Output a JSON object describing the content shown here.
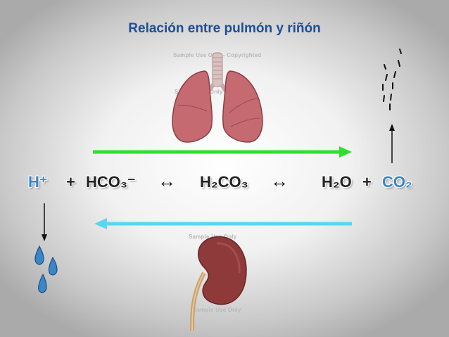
{
  "title": "Relación entre pulmón y riñón",
  "equation": {
    "h_plus": "H⁺",
    "plus1": "+",
    "bicarbonate": "HCO₃⁻",
    "arrow1": "↔",
    "carbonic_acid": "H₂CO₃",
    "arrow2": "↔",
    "water": "H₂O",
    "plus2": "+",
    "co2": "CO₂"
  },
  "watermarks": {
    "lung_line1": "Sample Use Only - Copyrighted",
    "lung_line2": "Sample Use Only",
    "kidney_line1": "Sample Use Only",
    "kidney_line2": "Sample Use Only"
  },
  "colors": {
    "title": "#1f4e96",
    "green_arrow": "#2ee02e",
    "cyan_arrow": "#5ad6f0",
    "co2_blue": "#3a86c9",
    "drops": "#3a86c9",
    "lungs": "#c46a70",
    "kidney": "#8e3a3a"
  },
  "icons": [
    "lungs-icon",
    "kidney-icon",
    "water-drop-icon",
    "gas-bubbles-icon"
  ]
}
